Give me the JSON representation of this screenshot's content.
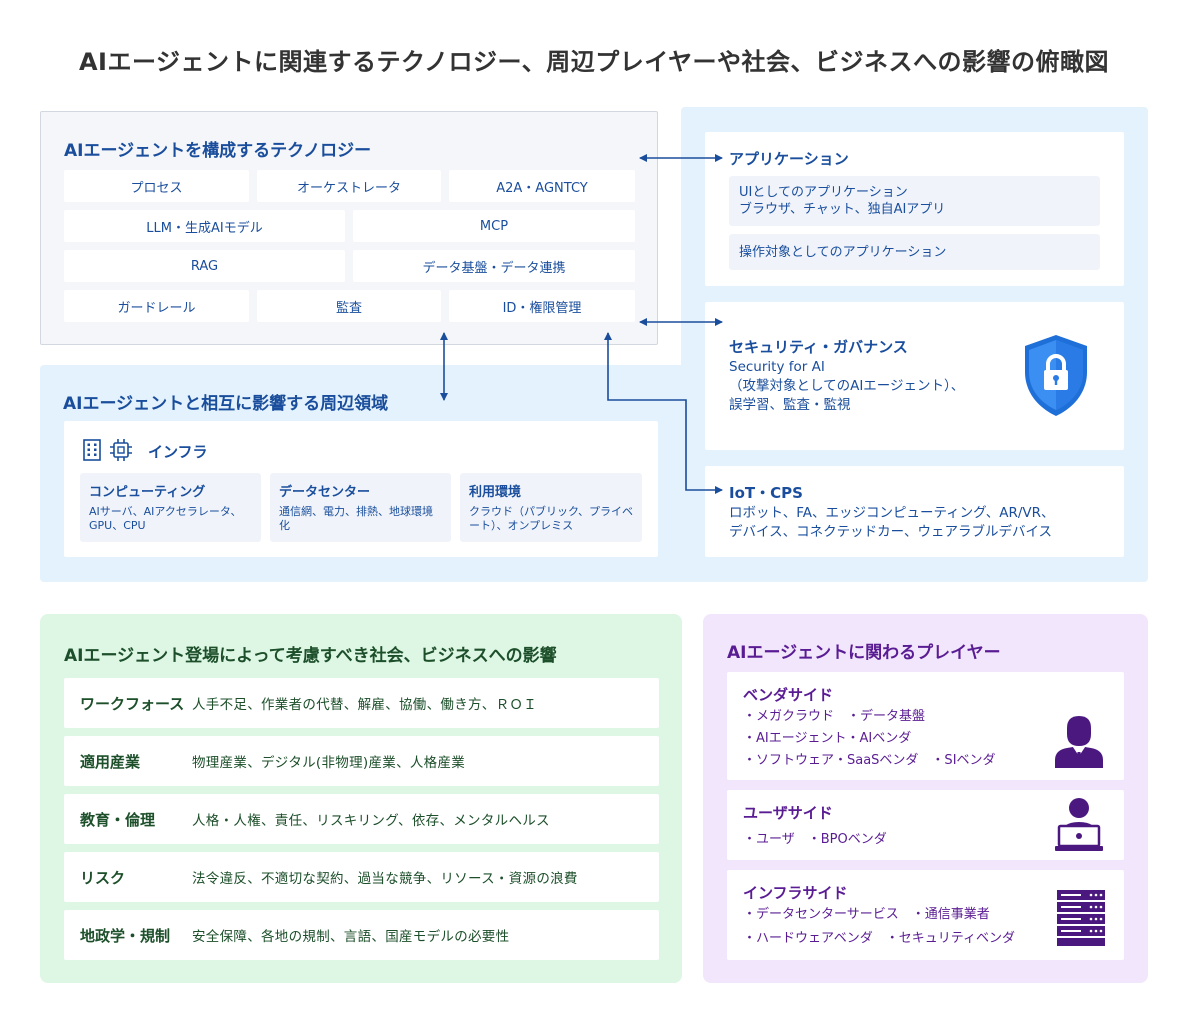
{
  "title": "AIエージェントに関連するテクノロジー、周辺プレイヤーや社会、ビジネスへの影響の俯瞰図",
  "technology": {
    "title": "AIエージェントを構成するテクノロジー",
    "row1": [
      "プロセス",
      "オーケストレータ",
      "A2A・AGNTCY"
    ],
    "row2": [
      "LLM・生成AIモデル",
      "MCP"
    ],
    "row3": [
      "RAG",
      "データ基盤・データ連携"
    ],
    "row4": [
      "ガードレール",
      "監査",
      "ID・権限管理"
    ]
  },
  "surrounding": {
    "title": "AIエージェントと相互に影響する周辺領域",
    "infra": {
      "label": "インフラ",
      "items": [
        {
          "title": "コンピューティング",
          "text": "AIサーバ、AIアクセラレータ、GPU、CPU"
        },
        {
          "title": "データセンター",
          "text": "通信網、電力、排熱、地球環境化"
        },
        {
          "title": "利用環境",
          "text": "クラウド（パブリック、プライベート）、オンプレミス"
        }
      ]
    }
  },
  "application": {
    "title": "アプリケーション",
    "box1_line1": "UIとしてのアプリケーション",
    "box1_line2": "ブラウザ、チャット、独自AIアプリ",
    "box2": "操作対象としてのアプリケーション"
  },
  "security": {
    "title": "セキュリティ・ガバナンス",
    "line1": "Security for AI",
    "line2": "（攻撃対象としてのAIエージェント）、",
    "line3": "誤学習、監査・監視"
  },
  "iot": {
    "title": "IoT・CPS",
    "line1": "ロボット、FA、エッジコンピューティング、AR/VR、",
    "line2": "デバイス、コネクテッドカー、ウェアラブルデバイス"
  },
  "impact": {
    "title": "AIエージェント登場によって考慮すべき社会、ビジネスへの影響",
    "rows": [
      {
        "key": "ワークフォース",
        "value": "人手不足、作業者の代替、解雇、協働、働き方、ＲＯＩ"
      },
      {
        "key": "適用産業",
        "value": "物理産業、デジタル(非物理)産業、人格産業"
      },
      {
        "key": "教育・倫理",
        "value": "人格・人権、責任、リスキリング、依存、メンタルヘルス"
      },
      {
        "key": "リスク",
        "value": "法令違反、不適切な契約、過当な競争、リソース・資源の浪費"
      },
      {
        "key": "地政学・規制",
        "value": "安全保障、各地の規制、言語、国産モデルの必要性"
      }
    ]
  },
  "players": {
    "title": "AIエージェントに関わるプレイヤー",
    "vendor": {
      "title": "ベンダサイド",
      "line1": "・メガクラウド　・データ基盤",
      "line2": "・AIエージェント・AIベンダ",
      "line3": "・ソフトウェア・SaaSベンダ　・SIベンダ"
    },
    "user": {
      "title": "ユーザサイド",
      "line1": "・ユーザ　・BPOベンダ"
    },
    "infra": {
      "title": "インフラサイド",
      "line1": "・データセンターサービス　・通信事業者",
      "line2": "・ハードウェアベンダ　・セキュリティベンダ"
    }
  },
  "colors": {
    "blue": "#1a4e9c",
    "green": "#1c4f2a",
    "purple": "#5a1c93",
    "shield": "#2f80e8"
  },
  "icons": [
    "building-icon",
    "chip-icon",
    "shield-lock-icon",
    "businessman-icon",
    "laptop-user-icon",
    "server-rack-icon"
  ]
}
